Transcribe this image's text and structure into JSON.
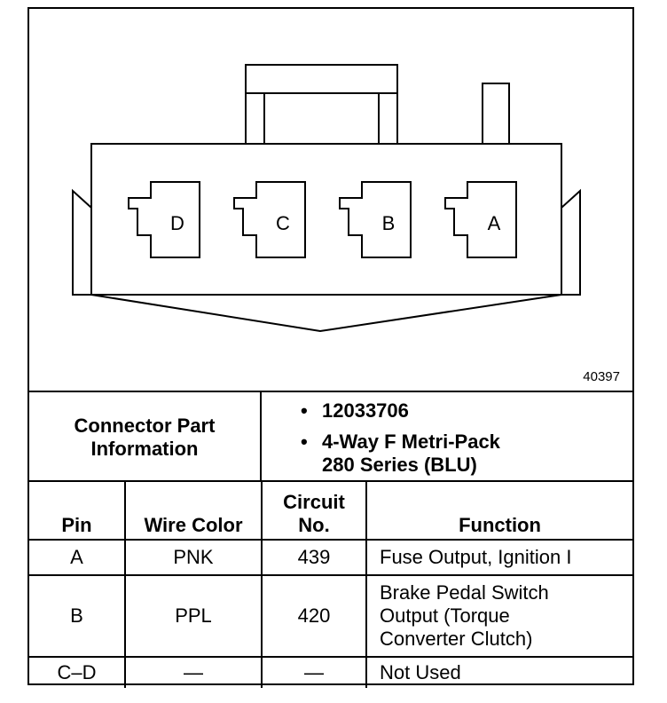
{
  "diagram": {
    "pins": [
      "D",
      "C",
      "B",
      "A"
    ],
    "figure_number": "40397"
  },
  "connector_info": {
    "label_line1": "Connector Part",
    "label_line2": "Information",
    "bullet": "•",
    "part_number": "12033706",
    "description_line1": "4-Way F Metri-Pack",
    "description_line2": "280 Series (BLU)"
  },
  "table": {
    "headers": {
      "pin": "Pin",
      "wire_color": "Wire Color",
      "circuit_line1": "Circuit",
      "circuit_line2": "No.",
      "function": "Function"
    },
    "rows": [
      {
        "pin": "A",
        "wire_color": "PNK",
        "circuit": "439",
        "function": [
          "Fuse Output, Ignition I"
        ]
      },
      {
        "pin": "B",
        "wire_color": "PPL",
        "circuit": "420",
        "function": [
          "Brake Pedal Switch",
          "Output (Torque",
          "Converter Clutch)"
        ]
      },
      {
        "pin": "C–D",
        "wire_color": "—",
        "circuit": "—",
        "function": [
          "Not Used"
        ]
      }
    ]
  }
}
